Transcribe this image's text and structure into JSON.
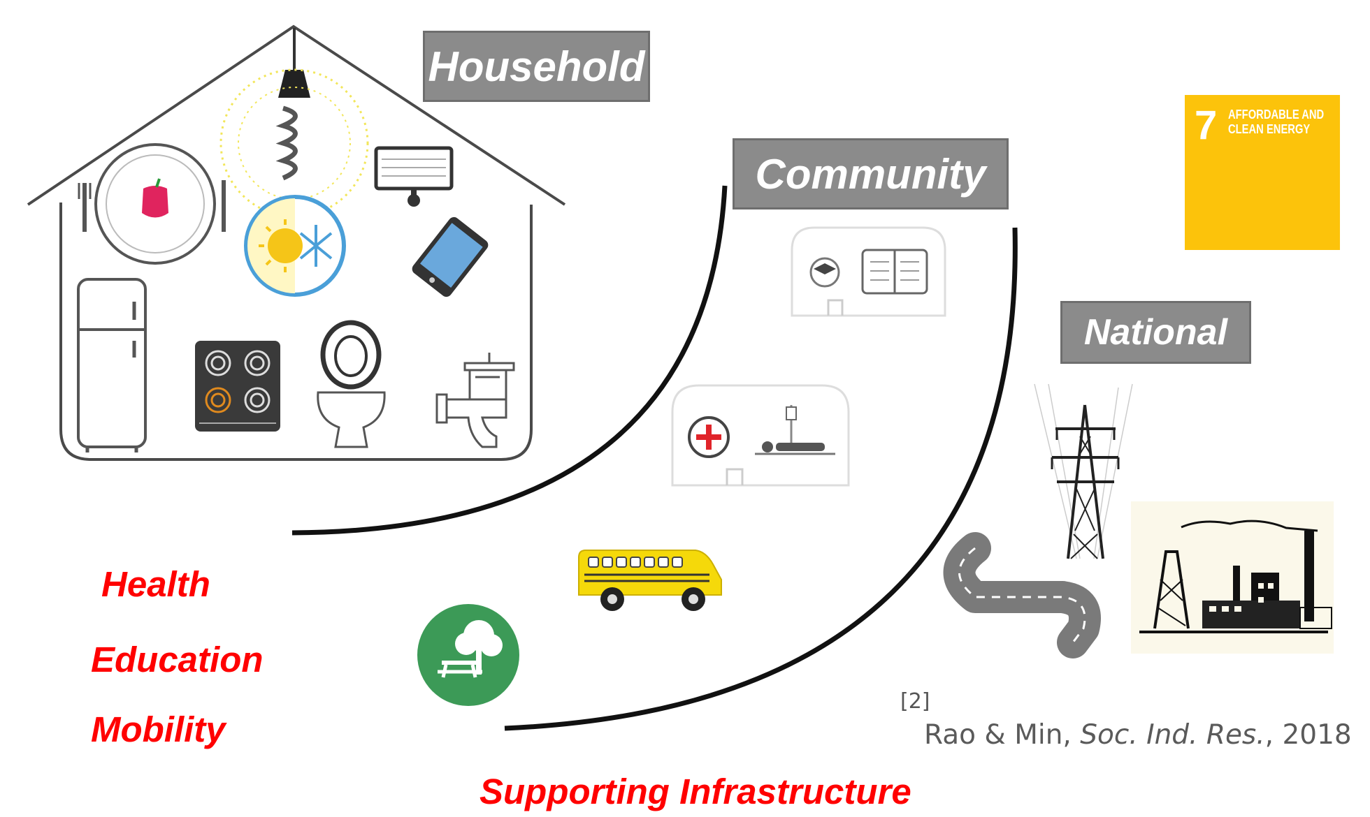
{
  "labels": {
    "household": "Household",
    "community": "Community",
    "national": "National"
  },
  "needs": {
    "health": "Health",
    "education": "Education",
    "mobility": "Mobility"
  },
  "supporting_infrastructure": "Supporting Infrastructure",
  "citation": {
    "number": "[2]",
    "authors": "Rao & Min,",
    "journal": "Soc. Ind. Res.",
    "year": ", 2018"
  },
  "sdg_badge": {
    "number": "7",
    "line1": "AFFORDABLE AND",
    "line2": "CLEAN ENERGY"
  },
  "colors": {
    "label_box": "#8b8b8b",
    "needs_text": "#ff0000",
    "sdg_yellow": "#fcc30b",
    "bus_yellow": "#f5d90a",
    "park_green": "#3c9a57"
  },
  "icons": [
    "light-bulb-icon",
    "plate-apple-icon",
    "tv-icon",
    "climate-icon",
    "tablet-icon",
    "fridge-icon",
    "stove-icon",
    "toilet-icon",
    "faucet-icon",
    "school-icon",
    "hospital-icon",
    "bus-icon",
    "park-icon",
    "power-tower-icon",
    "road-icon",
    "factory-icon",
    "power-icon"
  ]
}
